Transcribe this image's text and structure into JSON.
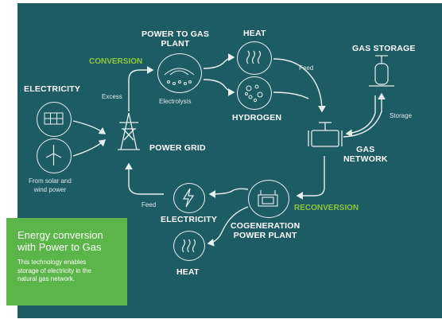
{
  "labels": {
    "power_to_gas_plant": "POWER TO GAS\nPLANT",
    "conversion": "CONVERSION",
    "heat_top": "HEAT",
    "hydrogen": "HYDROGEN",
    "feed_top": "Feed",
    "gas_storage": "GAS STORAGE",
    "storage": "Storage",
    "electricity_left": "ELECTRICITY",
    "excess": "Excess",
    "electrolysis": "Electrolysis",
    "power_grid": "POWER GRID",
    "gas_network": "GAS\nNETWORK",
    "from_solar_wind": "From solar and\nwind power",
    "feed_bottom": "Feed",
    "electricity_bottom": "ELECTRICITY",
    "reconversion": "RECONVERSION",
    "cogeneration": "COGENERATION\nPOWER PLANT",
    "heat_bottom": "HEAT"
  },
  "infobox": {
    "title": "Energy conversion\nwith Power to Gas",
    "text": "This technology enables\nstorage of electricity in the\nnatural gas network."
  },
  "colors": {
    "background": "#1e5c63",
    "accent_green": "#8cc63f",
    "infobox_green": "#5cb548"
  }
}
